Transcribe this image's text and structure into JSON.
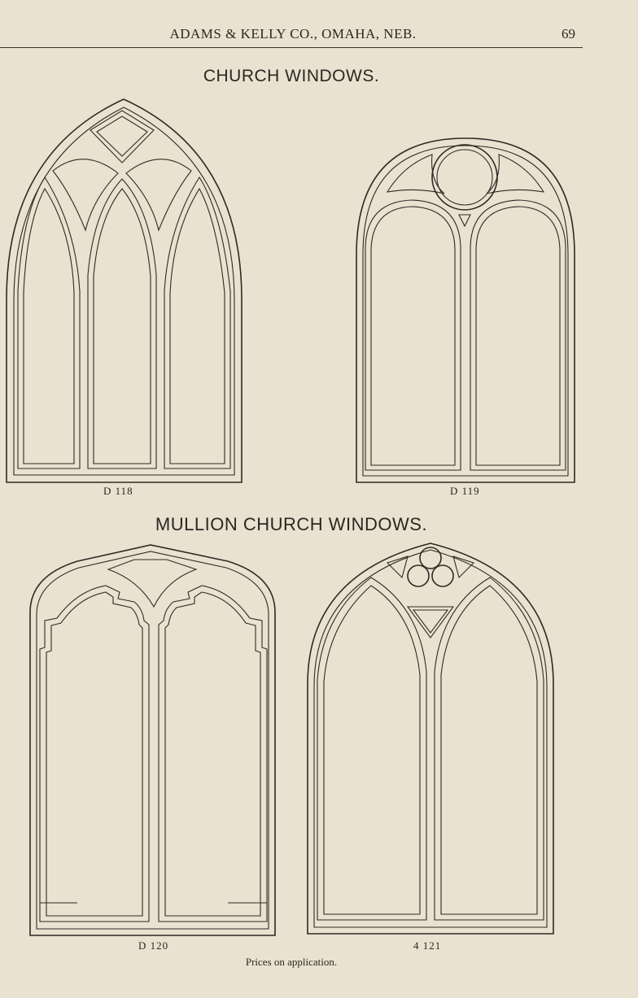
{
  "header": {
    "title": "ADAMS & KELLY CO., OMAHA, NEB.",
    "page_number": "69"
  },
  "section_church": {
    "title": "CHURCH WINDOWS.",
    "windows": [
      {
        "code": "D 118",
        "icon": "gothic-three-light-window-icon"
      },
      {
        "code": "D 119",
        "icon": "round-arch-two-light-window-icon"
      }
    ]
  },
  "section_mullion": {
    "title": "MULLION CHURCH WINDOWS.",
    "windows": [
      {
        "code": "D 120",
        "icon": "mullion-two-light-window-icon"
      },
      {
        "code": "4 121",
        "icon": "trefoil-gothic-window-icon"
      }
    ]
  },
  "footer": {
    "note": "Prices on application."
  }
}
